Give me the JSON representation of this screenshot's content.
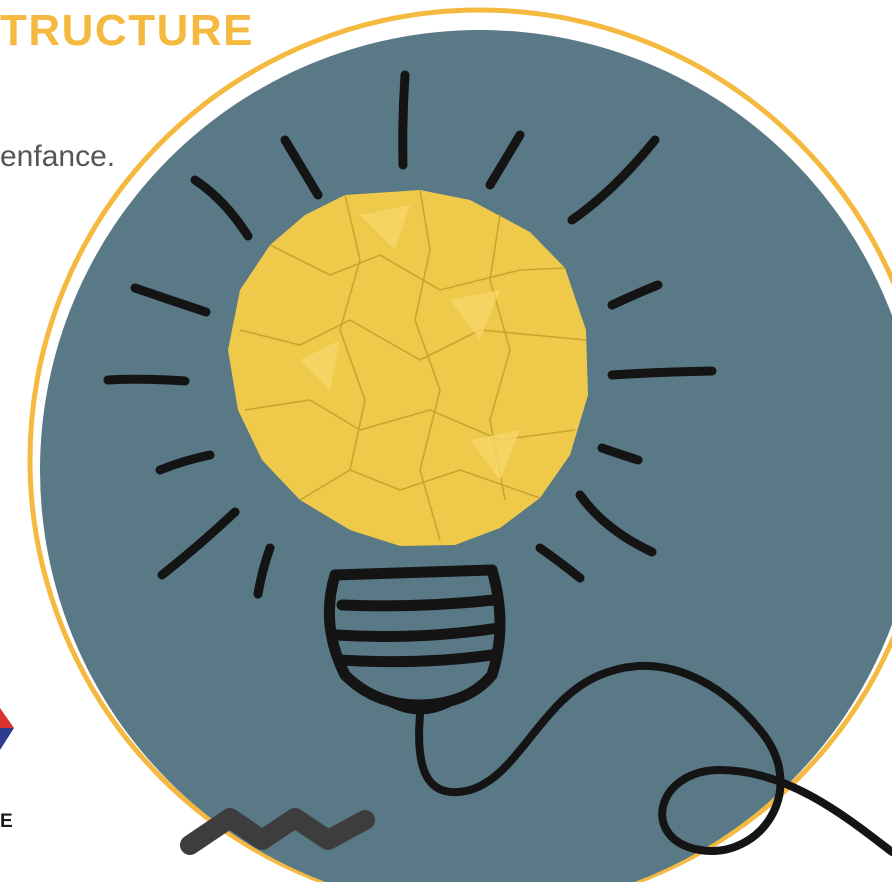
{
  "header": {
    "title_fragment": "TRUCTURE"
  },
  "content": {
    "text_fragment": "enfance."
  },
  "footer": {
    "letter_fragment": "E"
  },
  "colors": {
    "accent": "#f5b940",
    "circle_fill": "#597986",
    "circle_border": "#f5b940",
    "ink": "#141414",
    "paper_ball": "#efc94a",
    "zigzag": "#3d3d3d"
  },
  "icons": {
    "illustration": "lightbulb-icon",
    "decoration": "zigzag-icon"
  }
}
